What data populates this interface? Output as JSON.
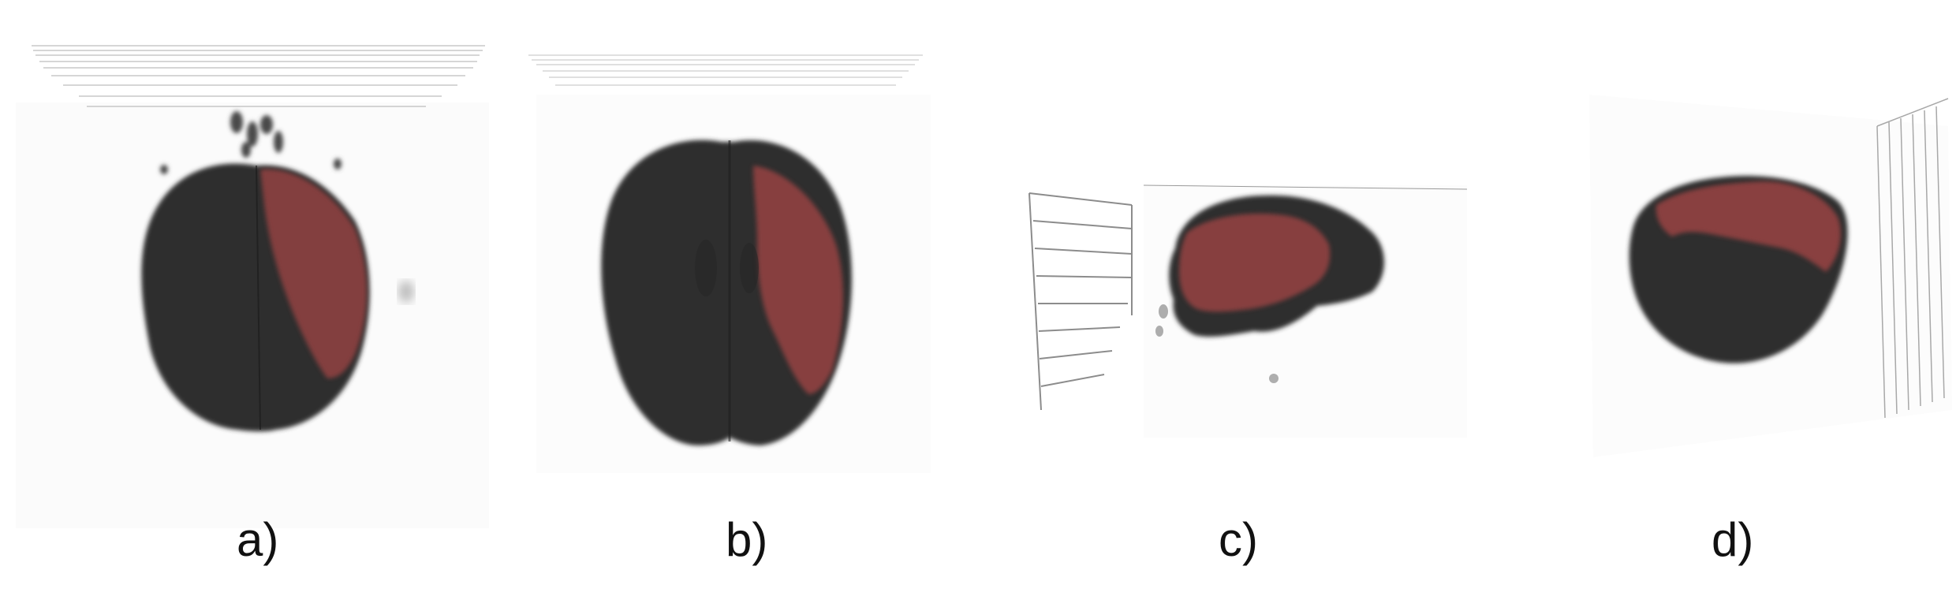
{
  "panels": [
    {
      "label": "a)",
      "view": "axial-top",
      "lesion_side": "right-hemisphere"
    },
    {
      "label": "b)",
      "view": "axial-bottom",
      "lesion_side": "right-hemisphere"
    },
    {
      "label": "c)",
      "view": "sagittal-lateral",
      "lesion_side": "cortex"
    },
    {
      "label": "d)",
      "view": "oblique-superior",
      "lesion_side": "superior-cortex"
    }
  ],
  "colors": {
    "brain": "#2f2f2f",
    "lesion": "#a04444",
    "background": "#ffffff",
    "scan_artifact": "#9a9a9a"
  }
}
